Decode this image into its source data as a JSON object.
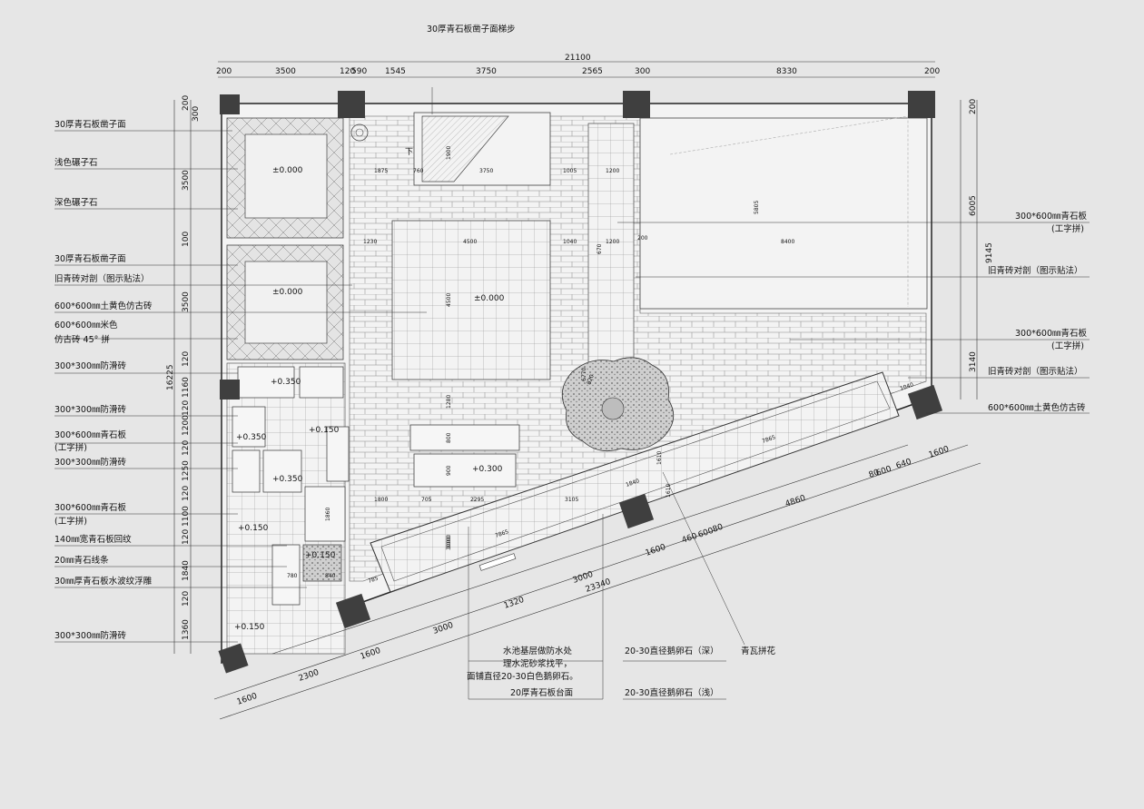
{
  "top_note": "30厚青石板凿子面梯步",
  "top_dims": {
    "overall": "21100",
    "segments": [
      "200",
      "3500",
      "120",
      "590",
      "1545",
      "3750",
      "2565",
      "300",
      "8330",
      "200"
    ]
  },
  "left_dims": {
    "overall": "16225",
    "segments": [
      "200",
      "300",
      "3500",
      "100",
      "3500",
      "120",
      "1160",
      "120",
      "1200",
      "120",
      "1250",
      "120",
      "1100",
      "120",
      "1840",
      "120",
      "1360"
    ]
  },
  "right_dims": {
    "overall": "9145",
    "segments": [
      "200",
      "6005",
      "3140"
    ]
  },
  "diagonal_dims": {
    "overall": "23340",
    "outer": [
      "1600",
      "2300",
      "1600",
      "3000",
      "1320",
      "3000",
      "1600",
      "460",
      "600",
      "80",
      "4860",
      "80",
      "600",
      "640",
      "1600"
    ],
    "inner": [
      "7865",
      "7865",
      "785",
      "3000",
      "1840",
      "1610",
      "1040",
      "1610"
    ]
  },
  "left_labels": [
    "30厚青石板凿子面",
    "浅色碾子石",
    "深色碾子石",
    "30厚青石板凿子面",
    "旧青砖对剖（图示贴法）",
    "600*600㎜土黄色仿古砖",
    "600*600㎜米色",
    "仿古砖 45° 拼",
    "300*300㎜防滑砖",
    "300*300㎜防滑砖",
    "300*600㎜青石板",
    "(工字拼)",
    "300*300㎜防滑砖",
    "300*600㎜青石板",
    "(工字拼)",
    "140㎜宽青石板回纹",
    "20㎜青石线条",
    "30㎜厚青石板水波纹浮雕",
    "300*300㎜防滑砖"
  ],
  "right_labels": [
    "300*600㎜青石板",
    "(工字拼)",
    "旧青砖对剖（图示贴法）",
    "300*600㎜青石板",
    "(工字拼)",
    "旧青砖对剖（图示贴法）",
    "600*600㎜土黄色仿古砖"
  ],
  "bottom_notes": {
    "pool": [
      "水池基层做防水处",
      "理水泥砂浆找平，",
      "面铺直径20-30白色鹅卵石。"
    ],
    "counter": "20厚青石板台面",
    "pebble_deep": "20-30直径鹅卵石（深）",
    "pebble_light": "20-30直径鹅卵石（浅）",
    "tile_pattern": "青瓦拼花"
  },
  "elevations": [
    "±0.000",
    "±0.000",
    "±0.000",
    "+0.350",
    "+0.350",
    "+0.350",
    "+0.150",
    "+0.150",
    "+0.150",
    "+0.150",
    "+0.300"
  ],
  "stair_mark": "下",
  "interior_dims": [
    "1875",
    "760",
    "3750",
    "1005",
    "1200",
    "1900",
    "1230",
    "4500",
    "1040",
    "670",
    "1200",
    "6770",
    "8400",
    "5805",
    "4500",
    "1280",
    "800",
    "900",
    "1800",
    "705",
    "2295",
    "3105",
    "3000",
    "1860",
    "780",
    "840",
    "820",
    "200"
  ]
}
